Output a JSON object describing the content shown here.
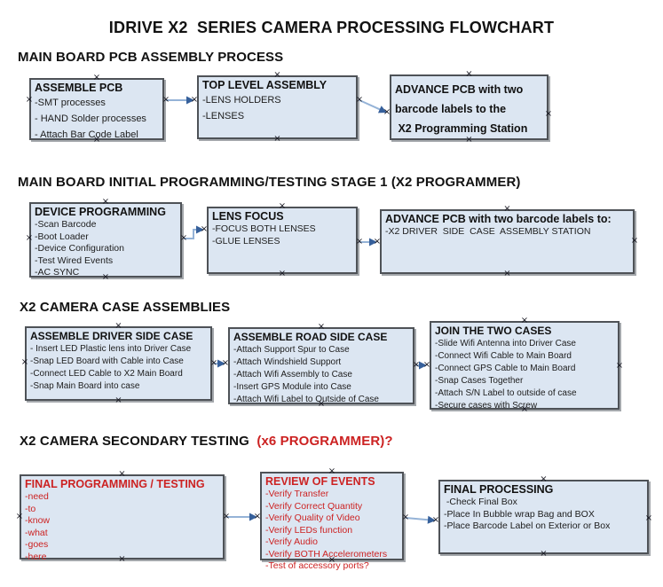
{
  "page_title": "IDRIVE X2  SERIES CAMERA PROCESSING FLOWCHART",
  "colors": {
    "box_fill": "#dce6f2",
    "box_border": "#4e5257",
    "red_accent": "#cc2222",
    "arrow_line": "#95b3d7",
    "arrow_head": "#36609b",
    "handle": "#15151f"
  },
  "sections": [
    {
      "heading": "MAIN BOARD PCB ASSEMBLY PROCESS",
      "heading_accent": "",
      "boxes": [
        {
          "title": "ASSEMBLE PCB",
          "items": [
            "-SMT processes",
            "- HAND Solder processes",
            "- Attach Bar Code Label"
          ],
          "accent": "black"
        },
        {
          "title": "TOP LEVEL ASSEMBLY",
          "items": [
            "-LENS HOLDERS",
            "-LENSES"
          ],
          "accent": "black"
        },
        {
          "title": "ADVANCE PCB with two\nbarcode labels to the\n X2 Programming Station",
          "items": [],
          "accent": "black"
        }
      ]
    },
    {
      "heading": "MAIN BOARD INITIAL PROGRAMMING/TESTING STAGE 1 (X2 PROGRAMMER)",
      "heading_accent": "",
      "boxes": [
        {
          "title": "DEVICE PROGRAMMING",
          "items": [
            "-Scan Barcode",
            "-Boot Loader",
            "-Device Configuration",
            "-Test Wired Events",
            "-AC SYNC"
          ],
          "accent": "black"
        },
        {
          "title": "LENS FOCUS",
          "items": [
            "-FOCUS BOTH LENSES",
            "-GLUE LENSES"
          ],
          "accent": "black"
        },
        {
          "title": "ADVANCE PCB with two barcode labels to:",
          "items": [
            "-X2 DRIVER  SIDE  CASE  ASSEMBLY STATION"
          ],
          "accent": "black"
        }
      ]
    },
    {
      "heading": "X2 CAMERA CASE ASSEMBLIES",
      "heading_accent": "",
      "boxes": [
        {
          "title": "ASSEMBLE DRIVER SIDE CASE",
          "items": [
            "- Insert LED Plastic lens into Driver Case",
            "-Snap LED Board with Cable into Case",
            "-Connect LED Cable to X2 Main Board",
            "-Snap Main Board into case"
          ],
          "accent": "black"
        },
        {
          "title": "ASSEMBLE ROAD SIDE CASE",
          "items": [
            "-Attach Support Spur to Case",
            "-Attach Windshield Support",
            "-Attach Wifi Assembly to Case",
            "-Insert GPS Module into Case",
            "-Attach Wifi Label to Outside of Case"
          ],
          "accent": "black"
        },
        {
          "title": "JOIN THE TWO CASES",
          "items": [
            "-Slide Wifi Antenna into Driver Case",
            "-Connect Wifi Cable to Main Board",
            "-Connect GPS Cable to Main Board",
            "-Snap Cases Together",
            "-Attach S/N Label to outside of case",
            "-Secure cases with Screw"
          ],
          "accent": "black"
        }
      ]
    },
    {
      "heading": "X2 CAMERA SECONDARY TESTING ",
      "heading_accent": " (x6 PROGRAMMER)?",
      "boxes": [
        {
          "title": "FINAL PROGRAMMING / TESTING",
          "items": [
            "-need",
            "-to",
            "-know",
            "-what",
            "-goes",
            "-here"
          ],
          "accent": "red"
        },
        {
          "title": "REVIEW OF EVENTS",
          "items": [
            "-Verify Transfer",
            "-Verify Correct Quantity",
            "-Verify Quality of Video",
            "-Verify LEDs function",
            "-Verify Audio",
            "-Verify BOTH Accelerometers",
            "-Test of accessory ports?"
          ],
          "accent": "red"
        },
        {
          "title": "FINAL PROCESSING",
          "items": [
            " -Check Final Box",
            "-Place In Bubble wrap Bag and BOX",
            "-Place Barcode Label on Exterior or Box"
          ],
          "accent": "black"
        }
      ]
    }
  ]
}
